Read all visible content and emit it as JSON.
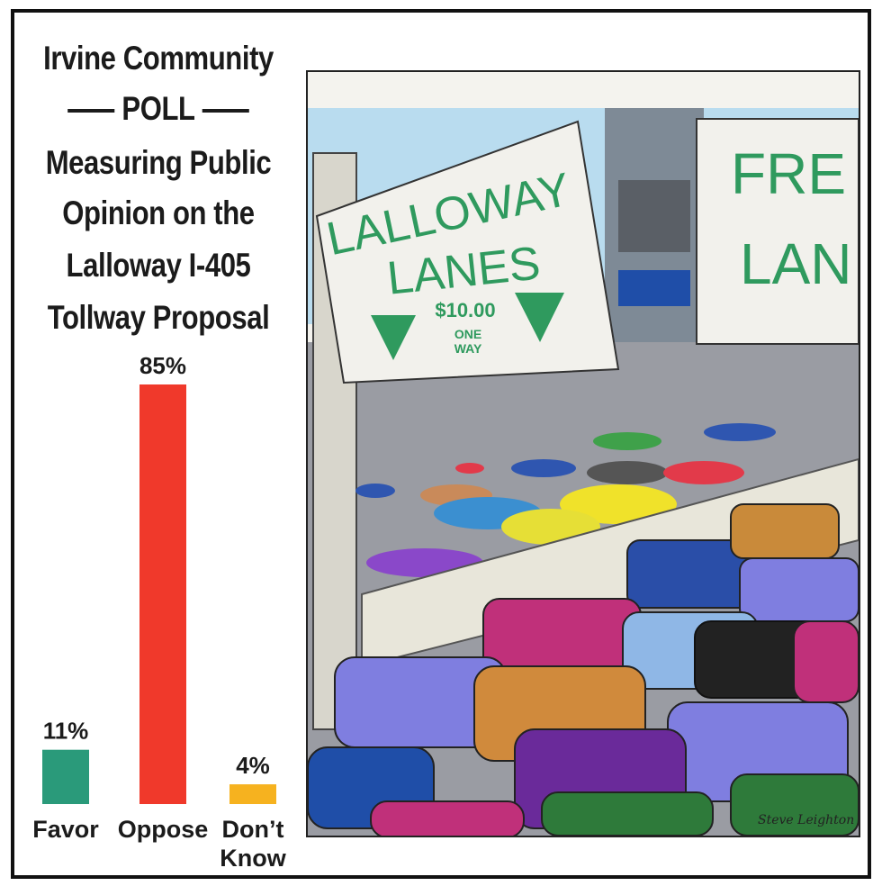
{
  "poll": {
    "title_line1": "Irvine Community",
    "title_line2": "POLL",
    "title_line3": "Measuring Public",
    "title_line4": "Opinion on the",
    "title_line5": "Lalloway I-405",
    "title_line6": "Tollway Proposal"
  },
  "chart_data": {
    "type": "bar",
    "categories": [
      "Favor",
      "Oppose",
      "Don’t\nKnow"
    ],
    "values": [
      11,
      85,
      4
    ],
    "value_labels": [
      "11%",
      "85%",
      "4%"
    ],
    "unit": "%",
    "ylim": [
      0,
      85
    ],
    "colors": [
      "#2a9a7a",
      "#f0392b",
      "#f6b21f"
    ],
    "grid": false,
    "legend": "none"
  },
  "illustration": {
    "sign_left_line1": "LALLOWAY",
    "sign_left_line2": "LANES",
    "sign_price": "$10.00",
    "sign_price_note_1": "ONE",
    "sign_price_note_2": "WAY",
    "sign_right_line1": "FRE",
    "sign_right_line2": "LAN",
    "signature": "Steve Leighton",
    "colors": {
      "sign_text": "#2f9a5e",
      "sky": "#b9dcef",
      "road": "#9a9ca3"
    }
  }
}
